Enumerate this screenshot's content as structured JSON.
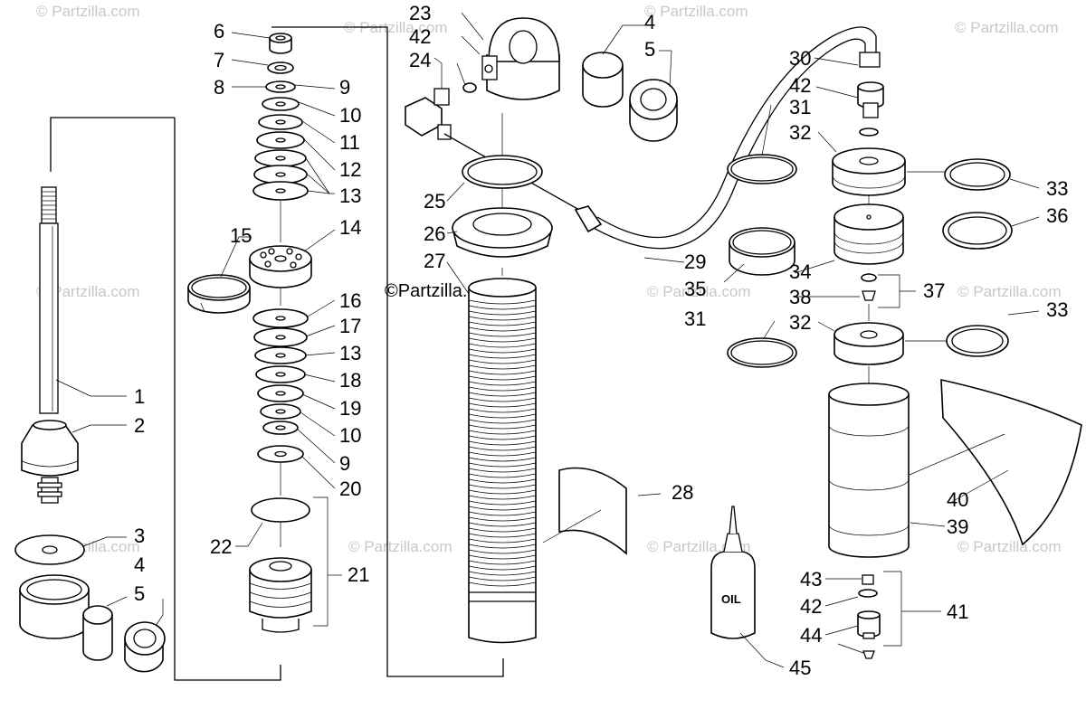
{
  "watermark": {
    "text": "© Partzilla.com",
    "main_text": "©Partzilla.com"
  },
  "diagram": {
    "bottle_label": "OIL"
  },
  "callouts": [
    {
      "id": "c1",
      "text": "1"
    },
    {
      "id": "c2",
      "text": "2"
    },
    {
      "id": "c3",
      "text": "3"
    },
    {
      "id": "c4a",
      "text": "4"
    },
    {
      "id": "c5a",
      "text": "5"
    },
    {
      "id": "c6",
      "text": "6"
    },
    {
      "id": "c7",
      "text": "7"
    },
    {
      "id": "c8",
      "text": "8"
    },
    {
      "id": "c9a",
      "text": "9"
    },
    {
      "id": "c10a",
      "text": "10"
    },
    {
      "id": "c11",
      "text": "11"
    },
    {
      "id": "c12",
      "text": "12"
    },
    {
      "id": "c13a",
      "text": "13"
    },
    {
      "id": "c14",
      "text": "14"
    },
    {
      "id": "c15",
      "text": "15"
    },
    {
      "id": "c16",
      "text": "16"
    },
    {
      "id": "c17",
      "text": "17"
    },
    {
      "id": "c13b",
      "text": "13"
    },
    {
      "id": "c18",
      "text": "18"
    },
    {
      "id": "c19",
      "text": "19"
    },
    {
      "id": "c10b",
      "text": "10"
    },
    {
      "id": "c9b",
      "text": "9"
    },
    {
      "id": "c20",
      "text": "20"
    },
    {
      "id": "c21",
      "text": "21"
    },
    {
      "id": "c22",
      "text": "22"
    },
    {
      "id": "c23",
      "text": "23"
    },
    {
      "id": "c42a",
      "text": "42"
    },
    {
      "id": "c24",
      "text": "24"
    },
    {
      "id": "c4b",
      "text": "4"
    },
    {
      "id": "c5b",
      "text": "5"
    },
    {
      "id": "c25",
      "text": "25"
    },
    {
      "id": "c26",
      "text": "26"
    },
    {
      "id": "c27",
      "text": "27"
    },
    {
      "id": "c28",
      "text": "28"
    },
    {
      "id": "c29",
      "text": "29"
    },
    {
      "id": "c30",
      "text": "30"
    },
    {
      "id": "c42b",
      "text": "42"
    },
    {
      "id": "c31a",
      "text": "31"
    },
    {
      "id": "c32a",
      "text": "32"
    },
    {
      "id": "c33a",
      "text": "33"
    },
    {
      "id": "c36",
      "text": "36"
    },
    {
      "id": "c35",
      "text": "35"
    },
    {
      "id": "c34",
      "text": "34"
    },
    {
      "id": "c38",
      "text": "38"
    },
    {
      "id": "c37",
      "text": "37"
    },
    {
      "id": "c31b",
      "text": "31"
    },
    {
      "id": "c32b",
      "text": "32"
    },
    {
      "id": "c33b",
      "text": "33"
    },
    {
      "id": "c40",
      "text": "40"
    },
    {
      "id": "c39",
      "text": "39"
    },
    {
      "id": "c43",
      "text": "43"
    },
    {
      "id": "c42c",
      "text": "42"
    },
    {
      "id": "c41",
      "text": "41"
    },
    {
      "id": "c44",
      "text": "44"
    },
    {
      "id": "c45",
      "text": "45"
    }
  ]
}
